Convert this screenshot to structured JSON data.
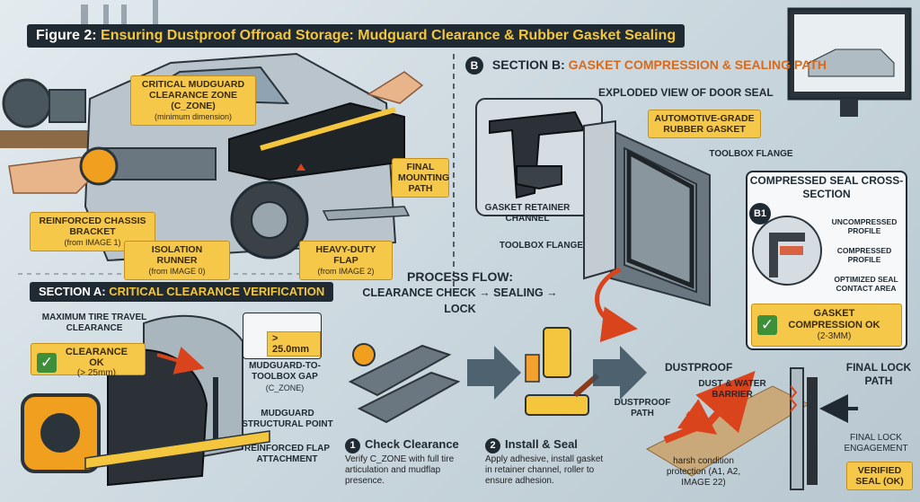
{
  "figure": {
    "prefix": "Figure 2:",
    "title": "Ensuring Dustproof Offroad Storage: Mudguard Clearance & Rubber Gasket Sealing"
  },
  "top_left": {
    "clearance_zone": {
      "title": "Critical Mudguard Clearance Zone (C_Zone)",
      "sub": "(minimum dimension)"
    },
    "final_mounting_path": "Final Mounting Path",
    "reinforced_bracket": {
      "title": "Reinforced Chassis Bracket",
      "sub": "(from IMAGE 1)"
    },
    "isolation_runner": {
      "title": "Isolation Runner",
      "sub": "(from IMAGE 0)"
    },
    "heavy_duty_flap": {
      "title": "Heavy-Duty Flap",
      "sub": "(from IMAGE 2)"
    }
  },
  "section_a": {
    "prefix": "SECTION A:",
    "title": "Critical Clearance Verification",
    "max_tire_travel": "Maximum Tire Travel Clearance",
    "clearance_ok": {
      "title": "Clearance OK",
      "sub": "(> 25mm)"
    },
    "gap_value": "> 25.0mm",
    "gap_label": {
      "title": "Mudguard-to-Toolbox Gap",
      "sub": "(C_ZONE)"
    },
    "structural_point": "Mudguard Structural Point",
    "flap_attachment": "Reinforced Flap Attachment"
  },
  "section_b": {
    "letter": "B",
    "prefix": "SECTION B:",
    "title": "Gasket Compression & Sealing Path",
    "exploded_view": "Exploded View of Door Seal",
    "rubber_gasket": "Automotive-Grade Rubber Gasket",
    "toolbox_flange_top": "Toolbox Flange",
    "retainer_channel": "Gasket Retainer Channel",
    "toolbox_flange_left": "Toolbox Flange"
  },
  "compressed_seal": {
    "title": "Compressed Seal Cross-Section",
    "badge": "B1",
    "uncompressed": "Uncompressed Profile",
    "compressed": "Compressed Profile",
    "contact_area": "Optimized Seal Contact Area",
    "ok": {
      "title": "Gasket Compression OK",
      "sub": "(2-3mm)"
    }
  },
  "process": {
    "title": "Process Flow:",
    "flow": "Clearance Check → Sealing → Lock",
    "step1": {
      "num": "1",
      "title": "Check Clearance",
      "desc": "Verify C_ZONE with full tire articulation and mudflap presence."
    },
    "step2": {
      "num": "2",
      "title": "Install & Seal",
      "desc": "Apply adhesive, install gasket in retainer channel, roller to ensure adhesion."
    }
  },
  "dustproof": {
    "title": "Dustproof",
    "barrier": "Dust & Water Barrier",
    "path": "Dustproof Path",
    "harsh": "harsh condition protection (A1, A2, IMAGE 22)"
  },
  "final_lock": {
    "title": "Final Lock Path",
    "engagement": "Final Lock Engagement",
    "verified": "Verified Seal (OK)"
  },
  "colors": {
    "accent": "#f6c84a",
    "dark": "#1f2a33",
    "arrow": "#d9441c",
    "ok": "#3d8f3a"
  }
}
